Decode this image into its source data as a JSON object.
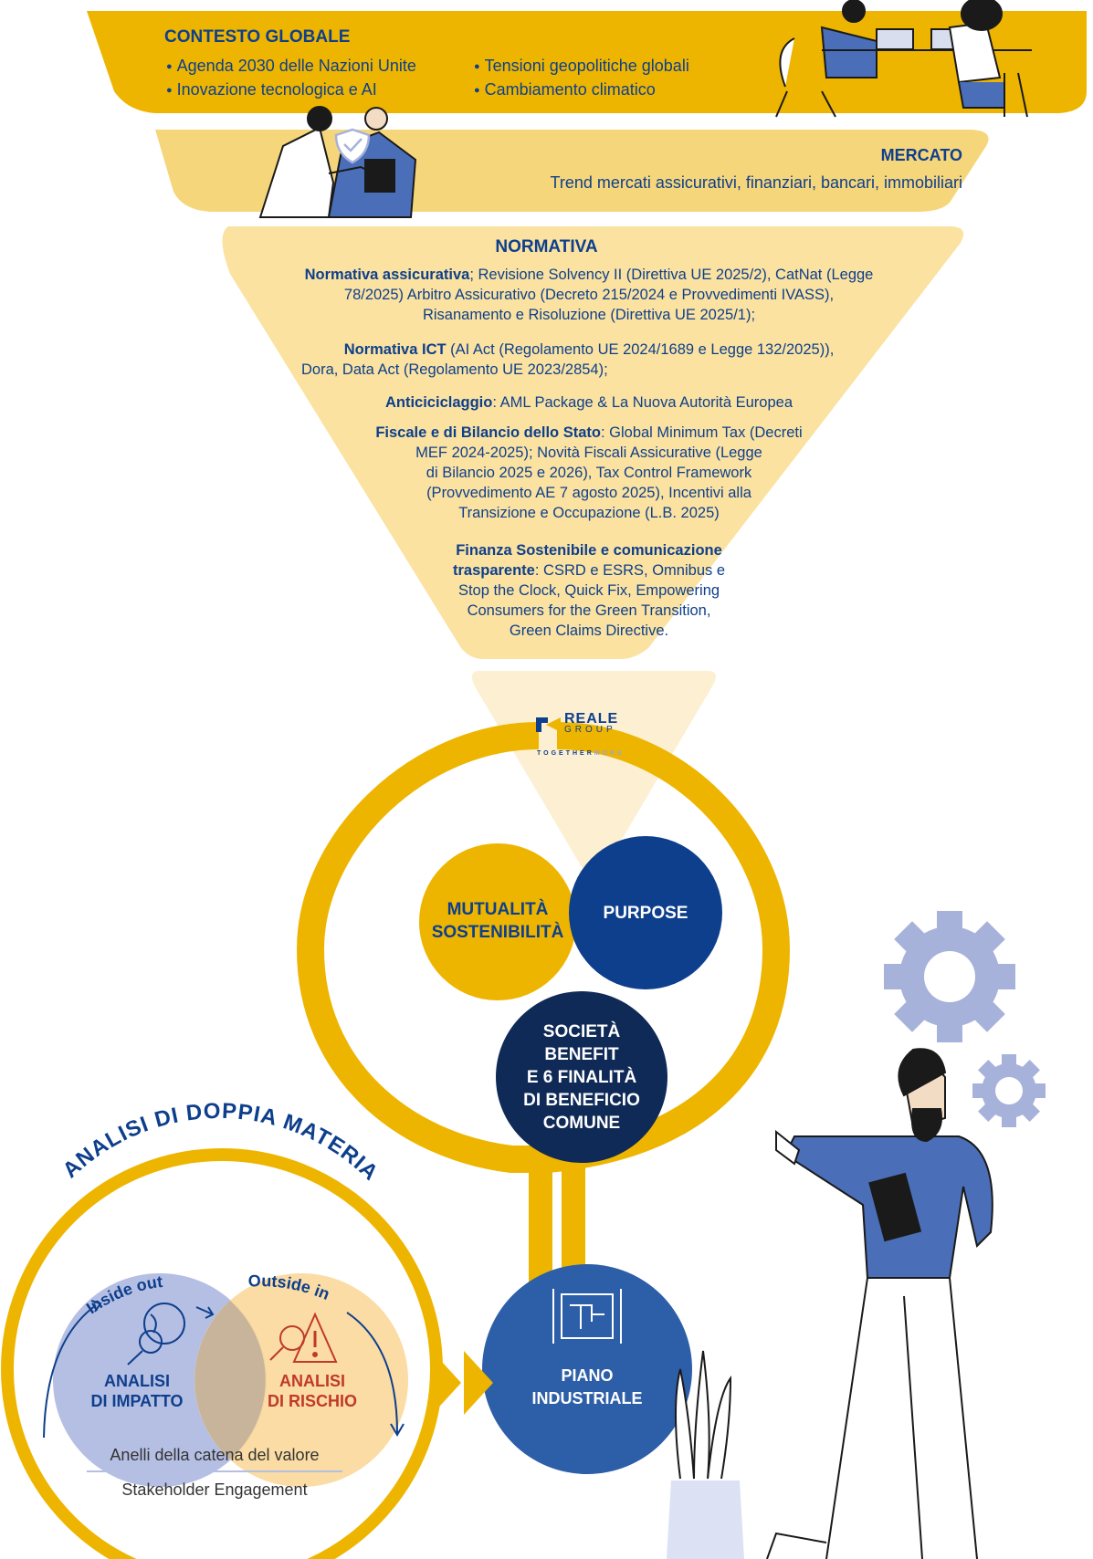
{
  "contesto": {
    "title": "CONTESTO GLOBALE",
    "bullets": [
      "Agenda 2030 delle Nazioni Unite",
      "Inovazione tecnologica e AI",
      "Tensioni geopolitiche globali",
      "Cambiamento climatico"
    ]
  },
  "mercato": {
    "title": "MERCATO",
    "subtitle": "Trend mercati assicurativi, finanziari, bancari, immobiliari"
  },
  "normativa": {
    "title": "NORMATIVA",
    "items": [
      {
        "head": "Normativa assicurativa",
        "sep": "; ",
        "l1": "Revisione Solvency II (Direttiva UE 2025/2), CatNat (Legge",
        "l2": "78/2025) Arbitro Assicurativo (Decreto 215/2024 e Provvedimenti IVASS),",
        "l3": "Risanamento e Risoluzione (Direttiva UE 2025/1);"
      },
      {
        "head": "Normativa ICT",
        "l1": " (AI Act (Regolamento UE 2024/1689 e Legge 132/2025)),",
        "l2": "Dora, Data Act (Regolamento UE 2023/2854);"
      },
      {
        "head": "Anticiciclaggio",
        "l1": ": AML Package & La Nuova Autorità Europea"
      },
      {
        "head": "Fiscale e di Bilancio dello Stato",
        "l1": ": Global Minimum Tax (Decreti",
        "l2": "MEF 2024-2025); Novità Fiscali Assicurative (Legge",
        "l3": "di Bilancio 2025 e 2026), Tax Control Framework",
        "l4": "(Provvedimento AE 7 agosto 2025), Incentivi alla",
        "l5": "Transizione e Occupazione (L.B. 2025)"
      },
      {
        "head1": "Finanza Sostenibile e comunicazione",
        "head2": "trasparente",
        "l1": ": CSRD e ESRS, Omnibus e",
        "l2": "Stop the Clock, Quick Fix, Empowering",
        "l3": "Consumers for the Green Transition,",
        "l4": "Green Claims Directive."
      }
    ]
  },
  "logo": {
    "name1": "REALE",
    "name2": "GROUP",
    "tagline_a": "TOGETHER",
    "tagline_b": "MORE"
  },
  "circles": {
    "mutualita": {
      "l1": "MUTUALITÀ",
      "l2": "SOSTENIBILITÀ"
    },
    "purpose": "PURPOSE",
    "societa": {
      "l1": "SOCIETÀ",
      "l2": "BENEFIT",
      "l3": "E 6 FINALITÀ",
      "l4": "DI BENEFICIO",
      "l5": "COMUNE"
    },
    "piano": {
      "l1": "PIANO",
      "l2": "INDUSTRIALE"
    }
  },
  "materialita": {
    "arc_title": "ANALISI DI DOPPIA MATERIALITÀ",
    "inside_out": "Inside out",
    "outside_in": "Outside in",
    "impatto": {
      "l1": "ANALISI",
      "l2": "DI IMPATTO"
    },
    "rischio": {
      "l1": "ANALISI",
      "l2": "DI RISCHIO"
    },
    "footer1": "Anelli della catena del valore",
    "footer2": "Stakeholder Engagement"
  },
  "icons": [
    "people-at-desk-illustration",
    "handshake-illustration",
    "shield-check-icon",
    "globe-magnifier-icon",
    "warning-magnifier-icon",
    "blueprint-icon",
    "gear-icon",
    "man-with-tablet-illustration",
    "plant-illustration",
    "chevron-arrows-icon"
  ],
  "colors": {
    "gold": "#eeb500",
    "gold_light": "#f6d67a",
    "cream": "#fbe2a0",
    "cream_pale": "#fcefd2",
    "navy": "#0e3f8c",
    "dark_navy": "#0f2a57",
    "royal_blue": "#2d5ea8",
    "lavender": "#b5bfe3",
    "peach": "#fbd89a",
    "red": "#c0392b"
  }
}
